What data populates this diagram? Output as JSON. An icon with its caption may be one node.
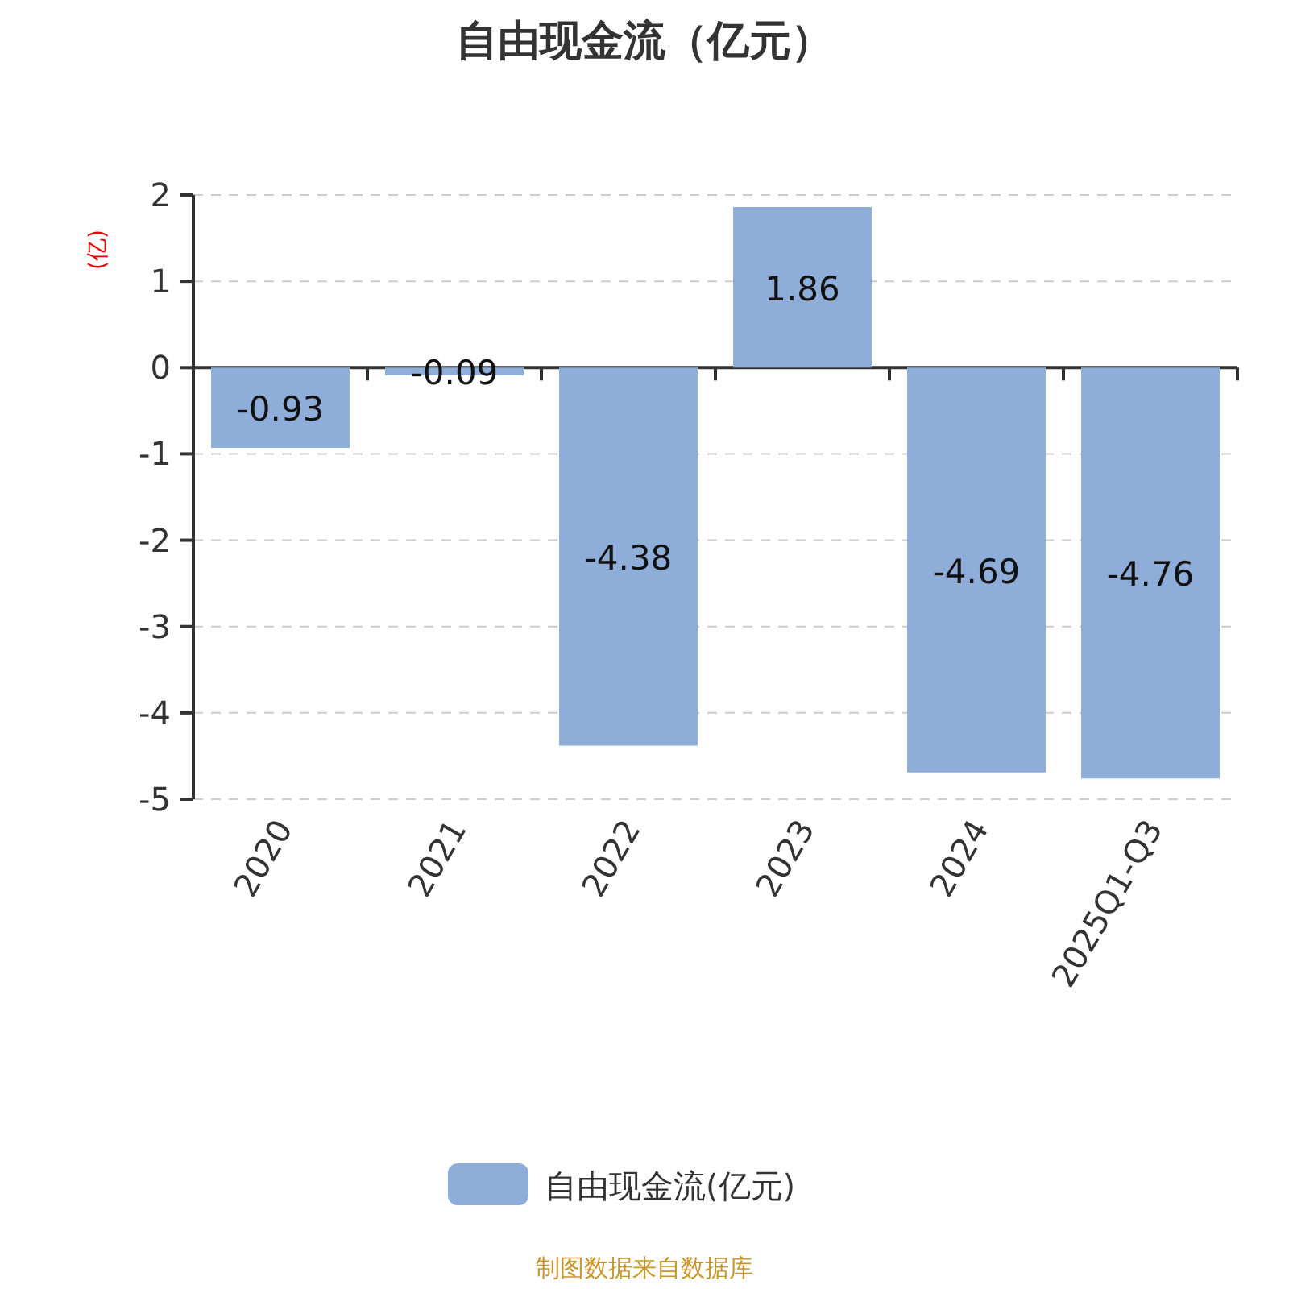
{
  "diagram": {
    "title": "自由现金流（亿元）",
    "caption": "制图数据来自数据库",
    "chart_data": {
      "type": "bar",
      "ylabel": "(亿)",
      "categories": [
        "2020",
        "2021",
        "2022",
        "2023",
        "2024",
        "2025Q1-Q3"
      ],
      "series": [
        {
          "name": "自由现金流(亿元)",
          "color": "#8eadd9",
          "values": [
            -0.93,
            -0.09,
            -4.38,
            1.86,
            -4.69,
            -4.76
          ]
        }
      ],
      "ylim": [
        -5,
        2
      ],
      "yticks": [
        -5,
        -4,
        -3,
        -2,
        -1,
        0,
        1,
        2
      ],
      "grid": true,
      "data_labels": true
    }
  }
}
